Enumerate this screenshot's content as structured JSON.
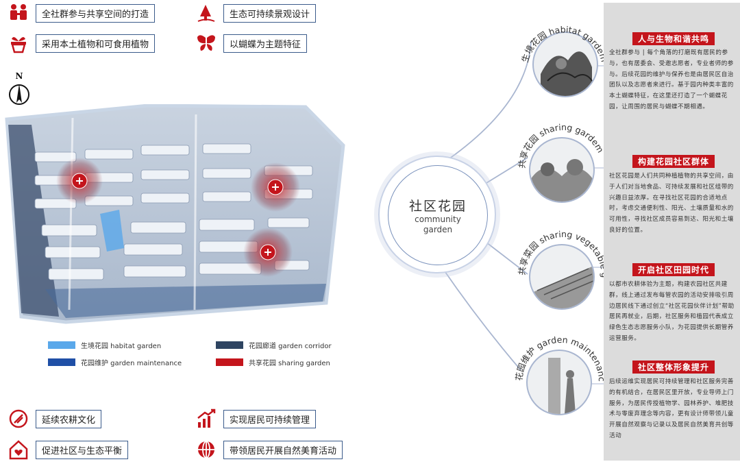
{
  "features": [
    {
      "label": "全社群参与共享空间的打造",
      "icon": "people-icon"
    },
    {
      "label": "生态可持续景观设计",
      "icon": "tree-icon"
    },
    {
      "label": "采用本土植物和可食用植物",
      "icon": "plant-pot-icon"
    },
    {
      "label": "以蝴蝶为主题特征",
      "icon": "butterfly-icon"
    },
    {
      "label": "延续农耕文化",
      "icon": "farming-icon"
    },
    {
      "label": "实现居民可持续管理",
      "icon": "growth-chart-icon"
    },
    {
      "label": "促进社区与生态平衡",
      "icon": "home-heart-icon"
    },
    {
      "label": "带领居民开展自然美育活动",
      "icon": "globe-icon"
    }
  ],
  "compass": {
    "label": "N"
  },
  "legend": [
    {
      "label": "生境花园 habitat garden",
      "color": "#5aa8ea"
    },
    {
      "label": "花园廊道  garden corridor",
      "color": "#2e4461"
    },
    {
      "label": "花园维护  garden maintenance",
      "color": "#1f4fa6"
    },
    {
      "label": "共享花园  sharing garden",
      "color": "#c4151c"
    }
  ],
  "hub": {
    "title": "社区花园",
    "subtitle_line1": "community",
    "subtitle_line2": "garden"
  },
  "branches": [
    {
      "label": "生境花园 habitat gardem"
    },
    {
      "label": "共享花园 sharing gardem"
    },
    {
      "label": "共享菜园 sharing vegetable garden"
    },
    {
      "label": "花园维护 garden maintenance"
    }
  ],
  "sections": [
    {
      "title": "人与生物和谐共鸣",
      "body": "全社群参与 | 每个角落的打磨既有居民的参与，也有居委会、受邀志愿者，专业者师的参与。后续花园的维护与保养也是由居民区自治团队以及志愿者来进行。基于园内种类丰富的本土蝴蝶特征，在这里还打造了一个蝴蝶花园，让周围的居民与蝴蝶不期相遇。"
    },
    {
      "title": "构建花园社区群体",
      "body": "社区花园是人们共同种植植物的共享空间，由于人们对当地食品、可持续发展和社区组带的兴趣日益浓厚。在寻找社区花园的合适地点时，考虑交通便利性、阳光、土壤质量和水的可用性，寻找社区成员容易到达、阳光和土壤良好的位置。"
    },
    {
      "title": "开启社区田园时代",
      "body": "以都市农耕体验为主题，构建农园社区共建群，线上通过发布每管农园的活动安排吸引周边居民线下通过创立“社区花园伙伴计划”帮助居民再就业，后期，社区服务和植园代表成立绿色生态志愿服务小队，为花园提供长期管养运营服务。"
    },
    {
      "title": "社区整体形象提升",
      "body": "后续运维实现居民可持续管理和社区服务完善的有机结合，在居民区里开放，专业导师上门服务，为居民传授植物学、园林养护、堆肥技术与零废弃理念等内容，更有设计师带领儿童开展自然观察与记录以及居民自然美育共创等活动"
    }
  ]
}
